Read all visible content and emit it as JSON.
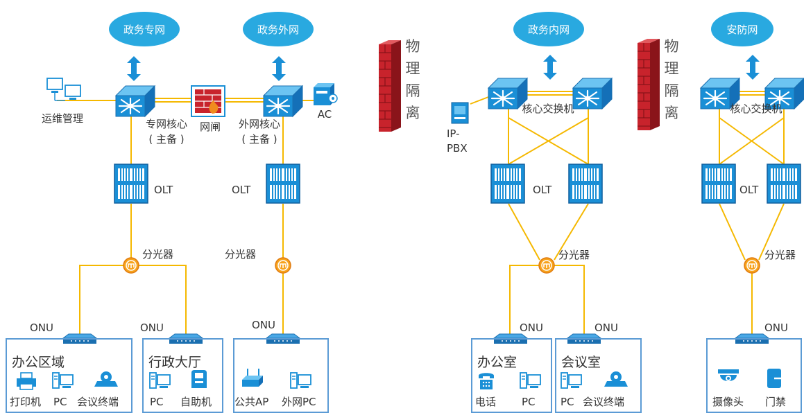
{
  "networks": {
    "zhuanwang": "政务专网",
    "waiwang": "政务外网",
    "neiwang": "政务内网",
    "anfang": "安防网"
  },
  "isolation": [
    "物",
    "理",
    "隔",
    "离"
  ],
  "devices": {
    "ops": "运维管理",
    "core_zhuan_1": "专网核心",
    "core_zhuan_2": "( 主备 )",
    "gateway": "网闸",
    "core_wai_1": "外网核心",
    "core_wai_2": "( 主备 )",
    "ac": "AC",
    "ippbx_1": "IP-",
    "ippbx_2": "PBX",
    "core_switch": "核心交换机",
    "olt": "OLT",
    "splitter": "分光器",
    "onu": "ONU"
  },
  "rooms": {
    "office_area": {
      "title": "办公区域",
      "items": [
        "打印机",
        "PC",
        "会议终端"
      ]
    },
    "hall": {
      "title": "行政大厅",
      "items": [
        "PC",
        "自助机"
      ]
    },
    "public": {
      "items": [
        "公共AP",
        "外网PC"
      ]
    },
    "office": {
      "title": "办公室",
      "items": [
        "电话",
        "PC"
      ]
    },
    "meeting": {
      "title": "会议室",
      "items": [
        "PC",
        "会议终端"
      ]
    },
    "security": {
      "items": [
        "摄像头",
        "门禁"
      ]
    }
  },
  "colors": {
    "cloud": "#29a9e0",
    "line": "#f5b800",
    "device": "#1a8fd6",
    "splitter": "#f08c1e",
    "box": "#5b9bd5",
    "firewall": "#c8232c"
  }
}
